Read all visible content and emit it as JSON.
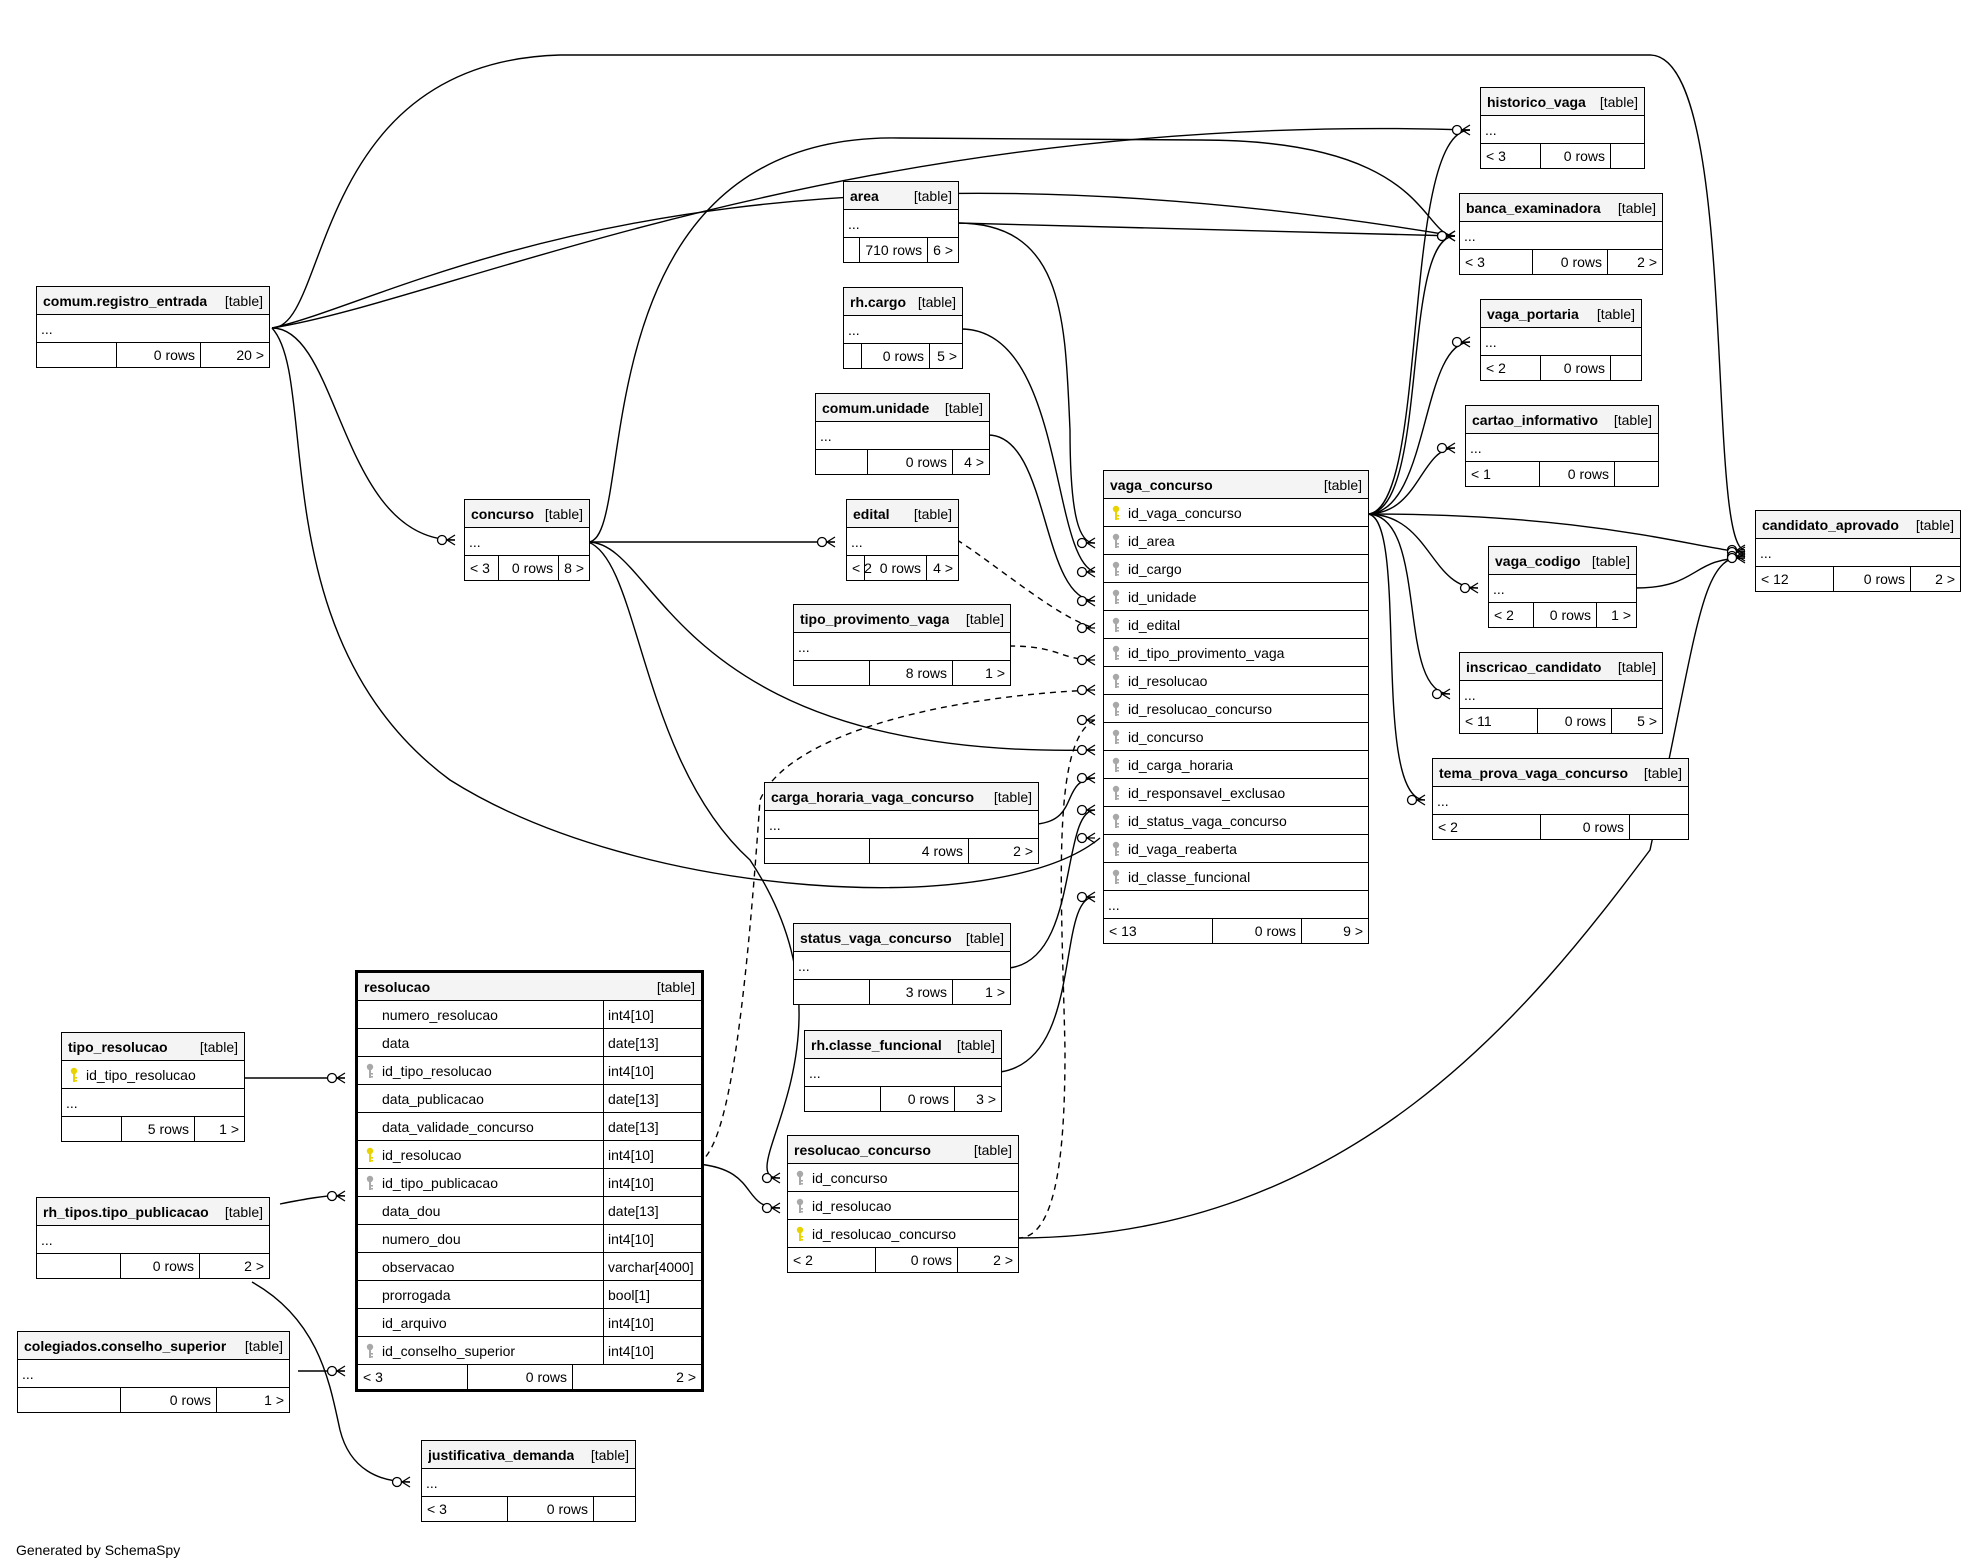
{
  "tables": [
    {
      "id": "comum_registro_entrada",
      "name": "comum.registro_entrada",
      "type": "[table]",
      "rows": [
        {
          "name": "..."
        }
      ],
      "footer": [
        "",
        "0 rows",
        "20 >"
      ]
    },
    {
      "id": "concurso",
      "name": "concurso",
      "type": "[table]",
      "rows": [
        {
          "name": "..."
        }
      ],
      "footer": [
        "< 3",
        "0 rows",
        "8 >"
      ]
    },
    {
      "id": "area",
      "name": "area",
      "type": "[table]",
      "rows": [
        {
          "name": "..."
        }
      ],
      "footer": [
        "",
        "710 rows",
        "6 >"
      ]
    },
    {
      "id": "rh_cargo",
      "name": "rh.cargo",
      "type": "[table]",
      "rows": [
        {
          "name": "..."
        }
      ],
      "footer": [
        "",
        "0 rows",
        "5 >"
      ]
    },
    {
      "id": "comum_unidade",
      "name": "comum.unidade",
      "type": "[table]",
      "rows": [
        {
          "name": "..."
        }
      ],
      "footer": [
        "",
        "0 rows",
        "4 >"
      ]
    },
    {
      "id": "edital",
      "name": "edital",
      "type": "[table]",
      "rows": [
        {
          "name": "..."
        }
      ],
      "footer": [
        "< 2",
        "0 rows",
        "4 >"
      ]
    },
    {
      "id": "tipo_provimento_vaga",
      "name": "tipo_provimento_vaga",
      "type": "[table]",
      "rows": [
        {
          "name": "..."
        }
      ],
      "footer": [
        "",
        "8 rows",
        "1 >"
      ]
    },
    {
      "id": "carga_horaria_vaga_concurso",
      "name": "carga_horaria_vaga_concurso",
      "type": "[table]",
      "rows": [
        {
          "name": "..."
        }
      ],
      "footer": [
        "",
        "4 rows",
        "2 >"
      ]
    },
    {
      "id": "status_vaga_concurso",
      "name": "status_vaga_concurso",
      "type": "[table]",
      "rows": [
        {
          "name": "..."
        }
      ],
      "footer": [
        "",
        "3 rows",
        "1 >"
      ]
    },
    {
      "id": "rh_classe_funcional",
      "name": "rh.classe_funcional",
      "type": "[table]",
      "rows": [
        {
          "name": "..."
        }
      ],
      "footer": [
        "",
        "0 rows",
        "3 >"
      ]
    },
    {
      "id": "vaga_concurso",
      "name": "vaga_concurso",
      "type": "[table]",
      "rows": [
        {
          "name": "id_vaga_concurso",
          "key": "pk"
        },
        {
          "name": "id_area",
          "key": "fk"
        },
        {
          "name": "id_cargo",
          "key": "fk"
        },
        {
          "name": "id_unidade",
          "key": "fk"
        },
        {
          "name": "id_edital",
          "key": "fk"
        },
        {
          "name": "id_tipo_provimento_vaga",
          "key": "fk"
        },
        {
          "name": "id_resolucao",
          "key": "fk"
        },
        {
          "name": "id_resolucao_concurso",
          "key": "fk"
        },
        {
          "name": "id_concurso",
          "key": "fk"
        },
        {
          "name": "id_carga_horaria",
          "key": "fk"
        },
        {
          "name": "id_responsavel_exclusao",
          "key": "fk"
        },
        {
          "name": "id_status_vaga_concurso",
          "key": "fk"
        },
        {
          "name": "id_vaga_reaberta",
          "key": "fk"
        },
        {
          "name": "id_classe_funcional",
          "key": "fk"
        },
        {
          "name": "..."
        }
      ],
      "footer": [
        "< 13",
        "0 rows",
        "9 >"
      ]
    },
    {
      "id": "historico_vaga",
      "name": "historico_vaga",
      "type": "[table]",
      "rows": [
        {
          "name": "..."
        }
      ],
      "footer": [
        "< 3",
        "0 rows",
        ""
      ]
    },
    {
      "id": "banca_examinadora",
      "name": "banca_examinadora",
      "type": "[table]",
      "rows": [
        {
          "name": "..."
        }
      ],
      "footer": [
        "< 3",
        "0 rows",
        "2 >"
      ]
    },
    {
      "id": "vaga_portaria",
      "name": "vaga_portaria",
      "type": "[table]",
      "rows": [
        {
          "name": "..."
        }
      ],
      "footer": [
        "< 2",
        "0 rows",
        ""
      ]
    },
    {
      "id": "cartao_informativo",
      "name": "cartao_informativo",
      "type": "[table]",
      "rows": [
        {
          "name": "..."
        }
      ],
      "footer": [
        "< 1",
        "0 rows",
        ""
      ]
    },
    {
      "id": "vaga_codigo",
      "name": "vaga_codigo",
      "type": "[table]",
      "rows": [
        {
          "name": "..."
        }
      ],
      "footer": [
        "< 2",
        "0 rows",
        "1 >"
      ]
    },
    {
      "id": "inscricao_candidato",
      "name": "inscricao_candidato",
      "type": "[table]",
      "rows": [
        {
          "name": "..."
        }
      ],
      "footer": [
        "< 11",
        "0 rows",
        "5 >"
      ]
    },
    {
      "id": "tema_prova_vaga_concurso",
      "name": "tema_prova_vaga_concurso",
      "type": "[table]",
      "rows": [
        {
          "name": "..."
        }
      ],
      "footer": [
        "< 2",
        "0 rows",
        ""
      ]
    },
    {
      "id": "candidato_aprovado",
      "name": "candidato_aprovado",
      "type": "[table]",
      "rows": [
        {
          "name": "..."
        }
      ],
      "footer": [
        "< 12",
        "0 rows",
        "2 >"
      ]
    },
    {
      "id": "tipo_resolucao",
      "name": "tipo_resolucao",
      "type": "[table]",
      "rows": [
        {
          "name": "id_tipo_resolucao",
          "key": "pk"
        },
        {
          "name": "..."
        }
      ],
      "footer": [
        "",
        "5 rows",
        "1 >"
      ]
    },
    {
      "id": "rh_tipos_tipo_publicacao",
      "name": "rh_tipos.tipo_publicacao",
      "type": "[table]",
      "rows": [
        {
          "name": "..."
        }
      ],
      "footer": [
        "",
        "0 rows",
        "2 >"
      ]
    },
    {
      "id": "colegiados_conselho_superior",
      "name": "colegiados.conselho_superior",
      "type": "[table]",
      "rows": [
        {
          "name": "..."
        }
      ],
      "footer": [
        "",
        "0 rows",
        "1 >"
      ]
    },
    {
      "id": "resolucao",
      "name": "resolucao",
      "type": "[table]",
      "focus": true,
      "rows": [
        {
          "name": "numero_resolucao",
          "coltype": "int4[10]"
        },
        {
          "name": "data",
          "coltype": "date[13]"
        },
        {
          "name": "id_tipo_resolucao",
          "coltype": "int4[10]",
          "key": "fk"
        },
        {
          "name": "data_publicacao",
          "coltype": "date[13]"
        },
        {
          "name": "data_validade_concurso",
          "coltype": "date[13]"
        },
        {
          "name": "id_resolucao",
          "coltype": "int4[10]",
          "key": "pk"
        },
        {
          "name": "id_tipo_publicacao",
          "coltype": "int4[10]",
          "key": "fk"
        },
        {
          "name": "data_dou",
          "coltype": "date[13]"
        },
        {
          "name": "numero_dou",
          "coltype": "int4[10]"
        },
        {
          "name": "observacao",
          "coltype": "varchar[4000]"
        },
        {
          "name": "prorrogada",
          "coltype": "bool[1]"
        },
        {
          "name": "id_arquivo",
          "coltype": "int4[10]"
        },
        {
          "name": "id_conselho_superior",
          "coltype": "int4[10]",
          "key": "fk"
        }
      ],
      "footer": [
        "< 3",
        "0 rows",
        "2 >"
      ]
    },
    {
      "id": "resolucao_concurso",
      "name": "resolucao_concurso",
      "type": "[table]",
      "rows": [
        {
          "name": "id_concurso",
          "key": "fk"
        },
        {
          "name": "id_resolucao",
          "key": "fk"
        },
        {
          "name": "id_resolucao_concurso",
          "key": "pk"
        }
      ],
      "footer": [
        "< 2",
        "0 rows",
        "2 >"
      ]
    },
    {
      "id": "justificativa_demanda",
      "name": "justificativa_demanda",
      "type": "[table]",
      "rows": [
        {
          "name": "..."
        }
      ],
      "footer": [
        "< 3",
        "0 rows",
        ""
      ]
    }
  ],
  "footer_note": "Generated by SchemaSpy",
  "colors": {
    "pk_key": "#e8d200",
    "fk_key": "#a8a8a8",
    "line": "#000000",
    "header_bg": "#f4f4f4"
  }
}
